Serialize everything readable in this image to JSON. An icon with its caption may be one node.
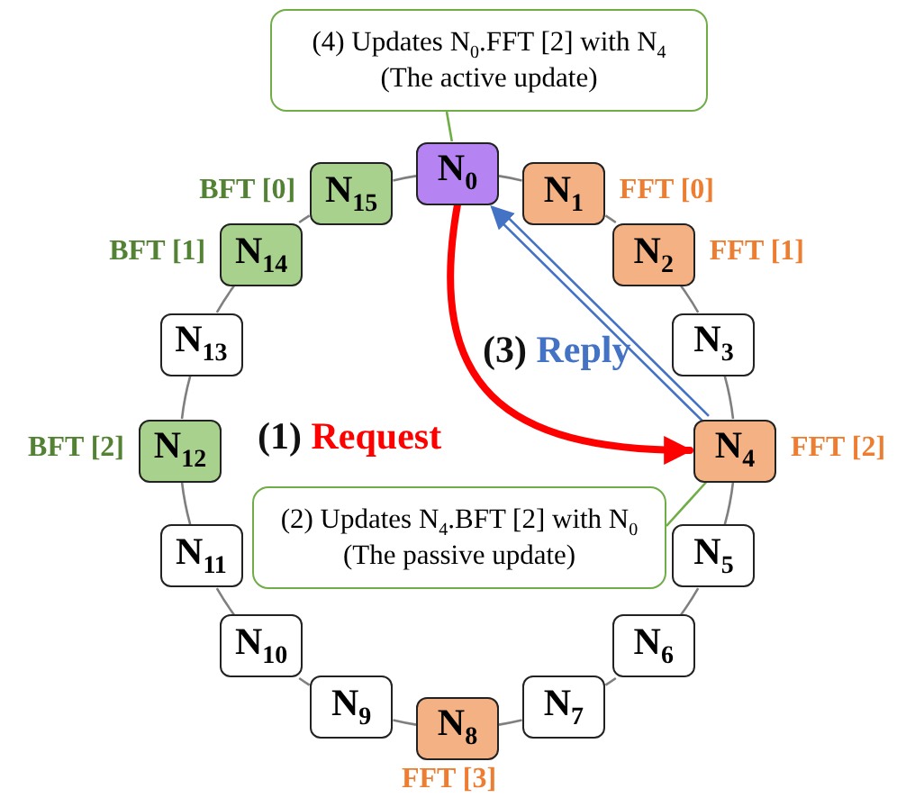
{
  "diagram": {
    "nodes": [
      {
        "text": [
          "N$_{0}$"
        ]
      },
      {
        "text": [
          "N$_{1}$"
        ],
        "beside": [
          "FFT [0]"
        ]
      },
      {
        "text": [
          "N$_{2}$"
        ],
        "beside": [
          "FFT [1]"
        ]
      },
      {
        "text": [
          "N$_{3}$"
        ]
      },
      {
        "text": [
          "N$_{4}$"
        ],
        "beside": [
          "FFT [2]"
        ]
      },
      {
        "text": [
          "N$_{5}$"
        ]
      },
      {
        "text": [
          "N$_{6}$"
        ]
      },
      {
        "text": [
          "N$_{7}$"
        ]
      },
      {
        "text": [
          "N$_{8}$"
        ],
        "beside": [
          "FFT [3]"
        ]
      },
      {
        "text": [
          "N$_{9}$"
        ]
      },
      {
        "text": [
          "N$_{10}$"
        ]
      },
      {
        "text": [
          "N$_{11}$"
        ]
      },
      {
        "text": [
          "N$_{12}$"
        ],
        "beside": [
          "BFT [2]"
        ]
      },
      {
        "text": [
          "N$_{13}$"
        ]
      },
      {
        "text": [
          "N$_{14}$"
        ],
        "beside": [
          "BFT [1]"
        ]
      },
      {
        "text": [
          "N$_{15}$"
        ],
        "beside": [
          "BFT [0]"
        ]
      },
      {
        "text": [
          "(4) Updates N$_{0}$.FFT [2] with N$_{4}$",
          "(The active update)"
        ]
      },
      {
        "text": [
          "(2) Updates N$_{4}$.BFT [2] with N$_{0}$",
          "(The passive update)"
        ]
      }
    ],
    "edges": [
      {
        "from": 0,
        "to": 1,
        "arrow": "none"
      },
      {
        "from": 1,
        "to": 2,
        "arrow": "none"
      },
      {
        "from": 2,
        "to": 3,
        "arrow": "none"
      },
      {
        "from": 3,
        "to": 4,
        "arrow": "none"
      },
      {
        "from": 4,
        "to": 5,
        "arrow": "none"
      },
      {
        "from": 5,
        "to": 6,
        "arrow": "none"
      },
      {
        "from": 6,
        "to": 7,
        "arrow": "none"
      },
      {
        "from": 7,
        "to": 8,
        "arrow": "none"
      },
      {
        "from": 8,
        "to": 9,
        "arrow": "none"
      },
      {
        "from": 9,
        "to": 10,
        "arrow": "none"
      },
      {
        "from": 10,
        "to": 11,
        "arrow": "none"
      },
      {
        "from": 11,
        "to": 12,
        "arrow": "none"
      },
      {
        "from": 12,
        "to": 13,
        "arrow": "none"
      },
      {
        "from": 13,
        "to": 14,
        "arrow": "none"
      },
      {
        "from": 14,
        "to": 15,
        "arrow": "none"
      },
      {
        "from": 15,
        "to": 0,
        "arrow": "none"
      },
      {
        "from": 0,
        "to": 4,
        "arrow": "to",
        "label": "(1) Request",
        "style": "thick",
        "color": "#ff0000"
      },
      {
        "from": 4,
        "to": 0,
        "arrow": "to",
        "label": "(3) Reply",
        "color": "#4472c4"
      },
      {
        "from": 16,
        "to": 0,
        "arrow": "none",
        "color": "#70ad47"
      },
      {
        "from": 17,
        "to": 4,
        "arrow": "none",
        "color": "#70ad47"
      }
    ]
  }
}
